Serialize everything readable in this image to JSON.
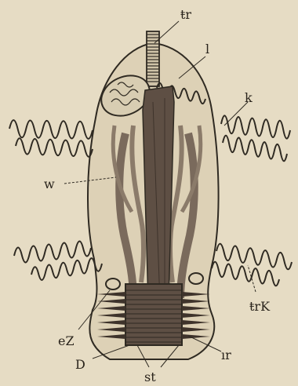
{
  "colors": {
    "paper": "#e6dcc4",
    "ink": "#2f2a22",
    "dark_tube": "#5e4f44",
    "tube_fill": "#b9ab93"
  },
  "labels": {
    "tr": "ŧr",
    "l": "l",
    "k": "k",
    "w": "w",
    "trK": "ŧrK",
    "eZ": "eZ",
    "D": "D",
    "r": "ır",
    "st": "st"
  }
}
